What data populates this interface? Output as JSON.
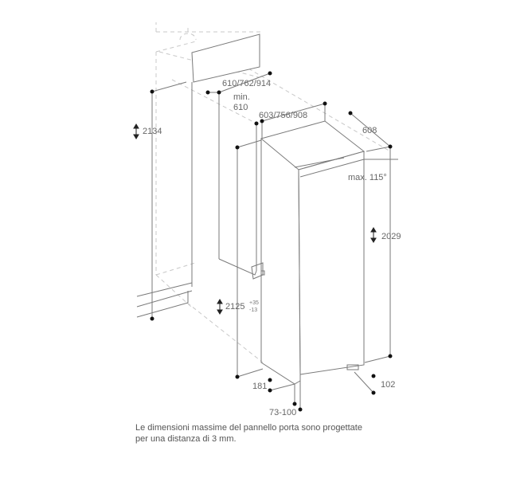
{
  "dimensions": {
    "panel_width": "610/762/914",
    "min_label": "min.",
    "min_value": "610",
    "niche_width": "603/756/908",
    "depth": "608",
    "door_angle": "max. 115°",
    "total_height": "2134",
    "appliance_height": "2029",
    "niche_height": "2125",
    "niche_height_tol_plus": "+35",
    "niche_height_tol_minus": "-13",
    "plinth_depth": "181",
    "foot_height": "102",
    "plinth_offset": "73-100"
  },
  "caption": {
    "line1": "Le dimensioni massime del pannello porta sono progettate",
    "line2": "per una distanza di 3 mm."
  },
  "colors": {
    "line": "#7a7a7a",
    "dashed": "#c8c8c8",
    "dot": "#111111"
  }
}
